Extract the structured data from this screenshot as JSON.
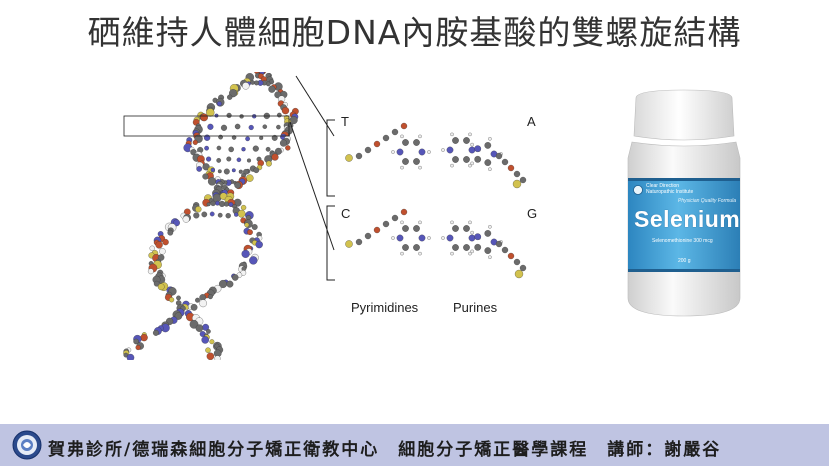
{
  "slide": {
    "title": "硒維持人體細胞DNA內胺基酸的雙螺旋結構"
  },
  "figure": {
    "base_pairs": [
      {
        "left": "T",
        "right": "A"
      },
      {
        "left": "C",
        "right": "G"
      }
    ],
    "captions": {
      "pyrimidines": "Pyrimidines",
      "purines": "Purines"
    }
  },
  "bottle": {
    "brand_line1": "Clear Direction",
    "brand_line2": "Naturopathic Institute",
    "tagline": "Physician Quality Formula",
    "product": "Selenium",
    "ingredient": "Selenomethionine 300 mcg",
    "weight": "200 g"
  },
  "footer": {
    "text": "賀弗診所/德瑞森細胞分子矯正衛教中心　細胞分子矯正醫學課程　講師：謝嚴谷"
  },
  "colors": {
    "footer_bg": "#bfc4e2",
    "bottle_label": "#3f9fd3",
    "atom_carbon": "#6b6b6b",
    "atom_oxygen": "#c0502e",
    "atom_nitrogen": "#5656b8",
    "atom_phosphorus": "#d2c24e"
  }
}
